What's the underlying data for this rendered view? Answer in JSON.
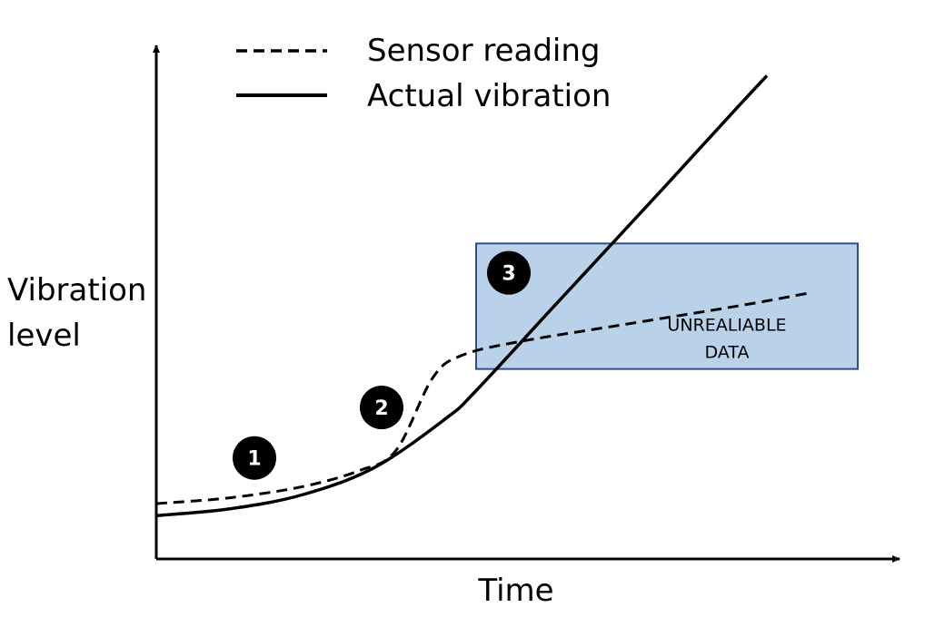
{
  "chart_data": {
    "type": "line",
    "xlabel": "Time",
    "ylabel_lines": [
      "Vibration",
      "level"
    ],
    "xlim": [
      0,
      100
    ],
    "ylim": [
      0,
      100
    ],
    "axis_arrows": true,
    "grid": false,
    "legend_position": "top-left",
    "series": [
      {
        "name": "Sensor reading",
        "style": "dashed",
        "color": "#000000",
        "points": [
          [
            0,
            11.5
          ],
          [
            10,
            12.7
          ],
          [
            20,
            15.0
          ],
          [
            28,
            18.4
          ],
          [
            33,
            22.6
          ],
          [
            38,
            37.6
          ],
          [
            42,
            42.3
          ],
          [
            50,
            45.2
          ],
          [
            65,
            48.9
          ],
          [
            80,
            52.6
          ],
          [
            89.5,
            55.2
          ]
        ]
      },
      {
        "name": "Actual vibration",
        "style": "solid",
        "color": "#000000",
        "points": [
          [
            0,
            9.0
          ],
          [
            10,
            10.4
          ],
          [
            20,
            13.3
          ],
          [
            30,
            19.0
          ],
          [
            40,
            29.4
          ],
          [
            44,
            35.0
          ],
          [
            55,
            53.0
          ],
          [
            70,
            77.5
          ],
          [
            80,
            94.0
          ],
          [
            84,
            100.5
          ]
        ]
      }
    ],
    "annotations": [
      {
        "type": "marker",
        "label": "1",
        "x": 13.5,
        "y": 21.0
      },
      {
        "type": "marker",
        "label": "2",
        "x": 31.0,
        "y": 31.5
      },
      {
        "type": "marker",
        "label": "3",
        "x": 48.5,
        "y": 59.5
      },
      {
        "type": "region",
        "x": [
          44,
          96.5
        ],
        "y": [
          39.5,
          65.6
        ],
        "color": "#b9d2e9",
        "border": "#2e4f8f"
      },
      {
        "type": "text",
        "lines": [
          "UNREALIABLE",
          "DATA"
        ],
        "x": 78.5,
        "y": 47.5,
        "color": "#e8202a"
      }
    ]
  }
}
